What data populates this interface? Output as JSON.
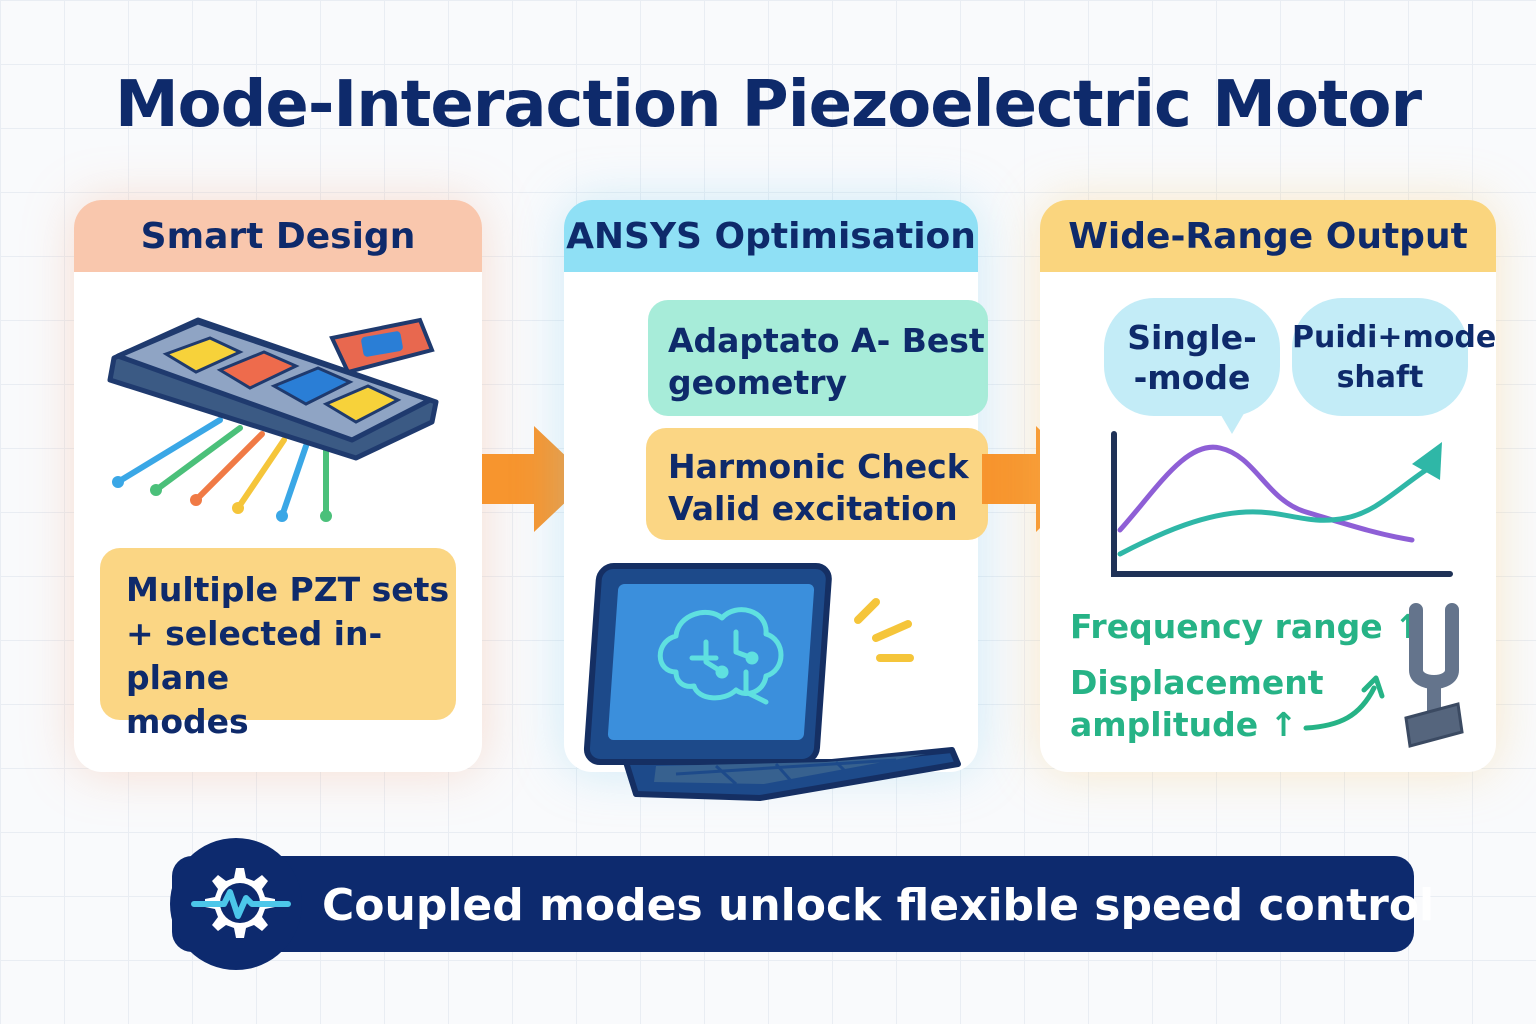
{
  "title": "Mode-Interaction Piezoelectric Motor",
  "panels": {
    "smart_design": {
      "heading": "Smart Design",
      "note_lines": [
        "Multiple PZT sets",
        "+ selected in-plane",
        "modes"
      ]
    },
    "ansys": {
      "heading": "ANSYS Optimisation",
      "adapt_lines": [
        "Adaptato A- Best",
        "geometry"
      ],
      "harmonic_lines": [
        "Harmonic Check",
        "Valid excitation"
      ]
    },
    "output": {
      "heading": "Wide-Range Output",
      "bubble1_lines": [
        "Single-",
        "-mode"
      ],
      "bubble2_lines": [
        "Puidi+mode",
        "shaft"
      ],
      "freq": "Frequency range ↑",
      "disp_lines": [
        "Displacement",
        "amplitude ↑"
      ]
    }
  },
  "banner": "Coupled modes unlock flexible speed control",
  "icons": [
    "pzt-plate-icon",
    "laptop-brain-icon",
    "tuning-fork-icon",
    "gear-wave-icon",
    "flow-arrow-icon",
    "mode-curve-icon"
  ],
  "colors": {
    "navy": "#0e2a6b",
    "orange_arrow": "#f7952e",
    "green": "#26b386",
    "purple": "#8e5fd6",
    "teal": "#2fb7a7"
  }
}
